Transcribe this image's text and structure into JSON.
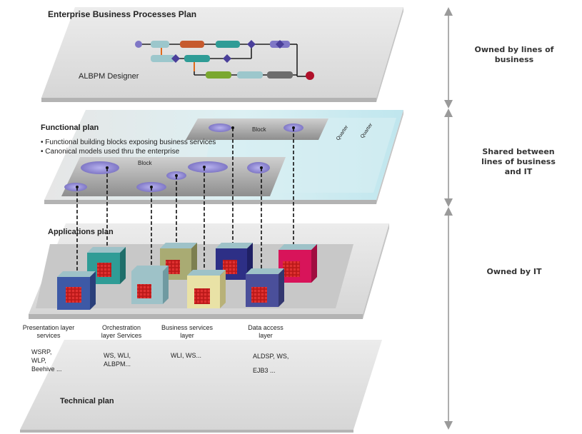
{
  "planes": {
    "enterprise": {
      "title": "Enterprise Business Processes Plan",
      "tool": "ALBPM Designer"
    },
    "functional": {
      "title": "Functional plan",
      "bullets": [
        "Functional building blocks exposing business services",
        "Canonical models used thru the enterprise"
      ],
      "block_label": "Block",
      "quarter_label": "Quarter"
    },
    "applications": {
      "title": "Applications plan"
    },
    "technical": {
      "title": "Technical plan"
    }
  },
  "layers": [
    {
      "name_line1": "Presentation layer",
      "name_line2": "services",
      "tech": [
        "WSRP,",
        "WLP,",
        "Beehive ..."
      ]
    },
    {
      "name_line1": "Orchestration",
      "name_line2": "layer Services",
      "tech": [
        "WS, WLI,",
        "ALBPM..."
      ]
    },
    {
      "name_line1": "Business services",
      "name_line2": "layer",
      "tech": [
        "WLI, WS..."
      ]
    },
    {
      "name_line1": "Data access",
      "name_line2": "layer",
      "tech": [
        "ALDSP, WS,",
        "EJB3 ..."
      ]
    }
  ],
  "ownership": [
    {
      "line1": "Owned by lines of",
      "line2": "business"
    },
    {
      "line1": "Shared between",
      "line2": "lines of business",
      "line3": "and IT"
    },
    {
      "line1": "Owned by IT"
    }
  ],
  "colors": {
    "plane_top": "#e4e4e4",
    "plane_edge": "#b8b8b8",
    "functional_tint": "#dff3f6",
    "block_dark": "#8a8a8a",
    "ellipse": "#8b84cf",
    "arrow": "#9a9a9a",
    "cube_red": "#cc2222",
    "cube_teal": "#2f9c96",
    "cube_blue": "#3d59a6",
    "cube_navy": "#2d2f86",
    "cube_olive": "#a9ab73",
    "cube_cream": "#e9e2a6",
    "cube_magenta": "#d8145a",
    "cube_top": "#9ec2c8"
  }
}
